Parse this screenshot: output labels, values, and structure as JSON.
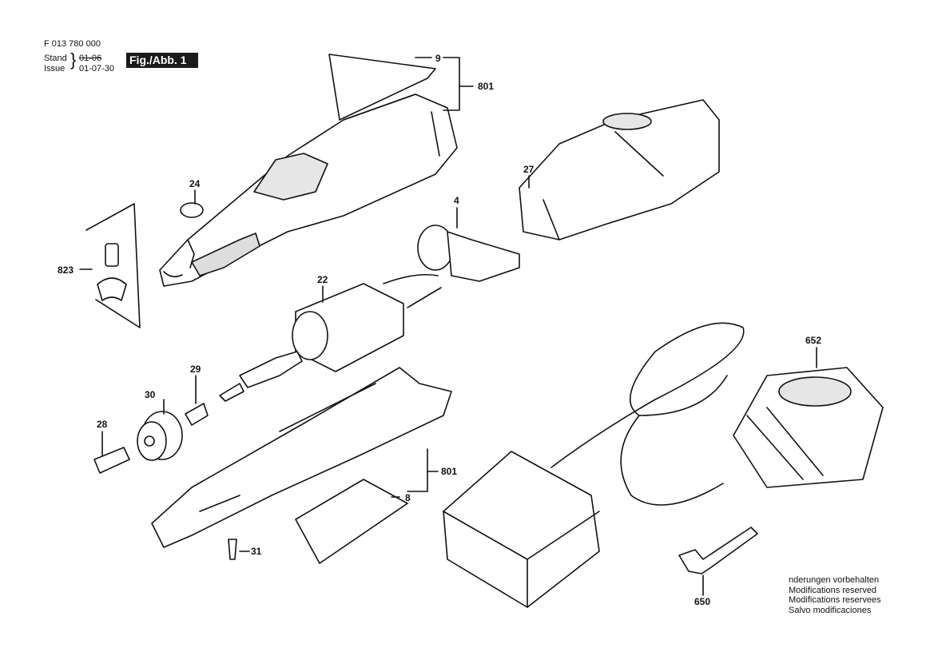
{
  "header": {
    "part_number": "F 013 780 000",
    "stand_label": "Stand",
    "issue_label": "Issue",
    "stand_date": "01-06",
    "issue_date": "01-07-30",
    "figure_label": "Fig./Abb. 1"
  },
  "callouts": {
    "c9": "9",
    "c801a": "801",
    "c27": "27",
    "c24": "24",
    "c4": "4",
    "c823": "823",
    "c22": "22",
    "c652": "652",
    "c29": "29",
    "c30": "30",
    "c28": "28",
    "c801b": "801",
    "c8": "8",
    "c31": "31",
    "c650": "650"
  },
  "notes": [
    "nderungen vorbehalten",
    "Modifications reserved",
    "Modifications reservees",
    "Salvo modificaciones"
  ]
}
